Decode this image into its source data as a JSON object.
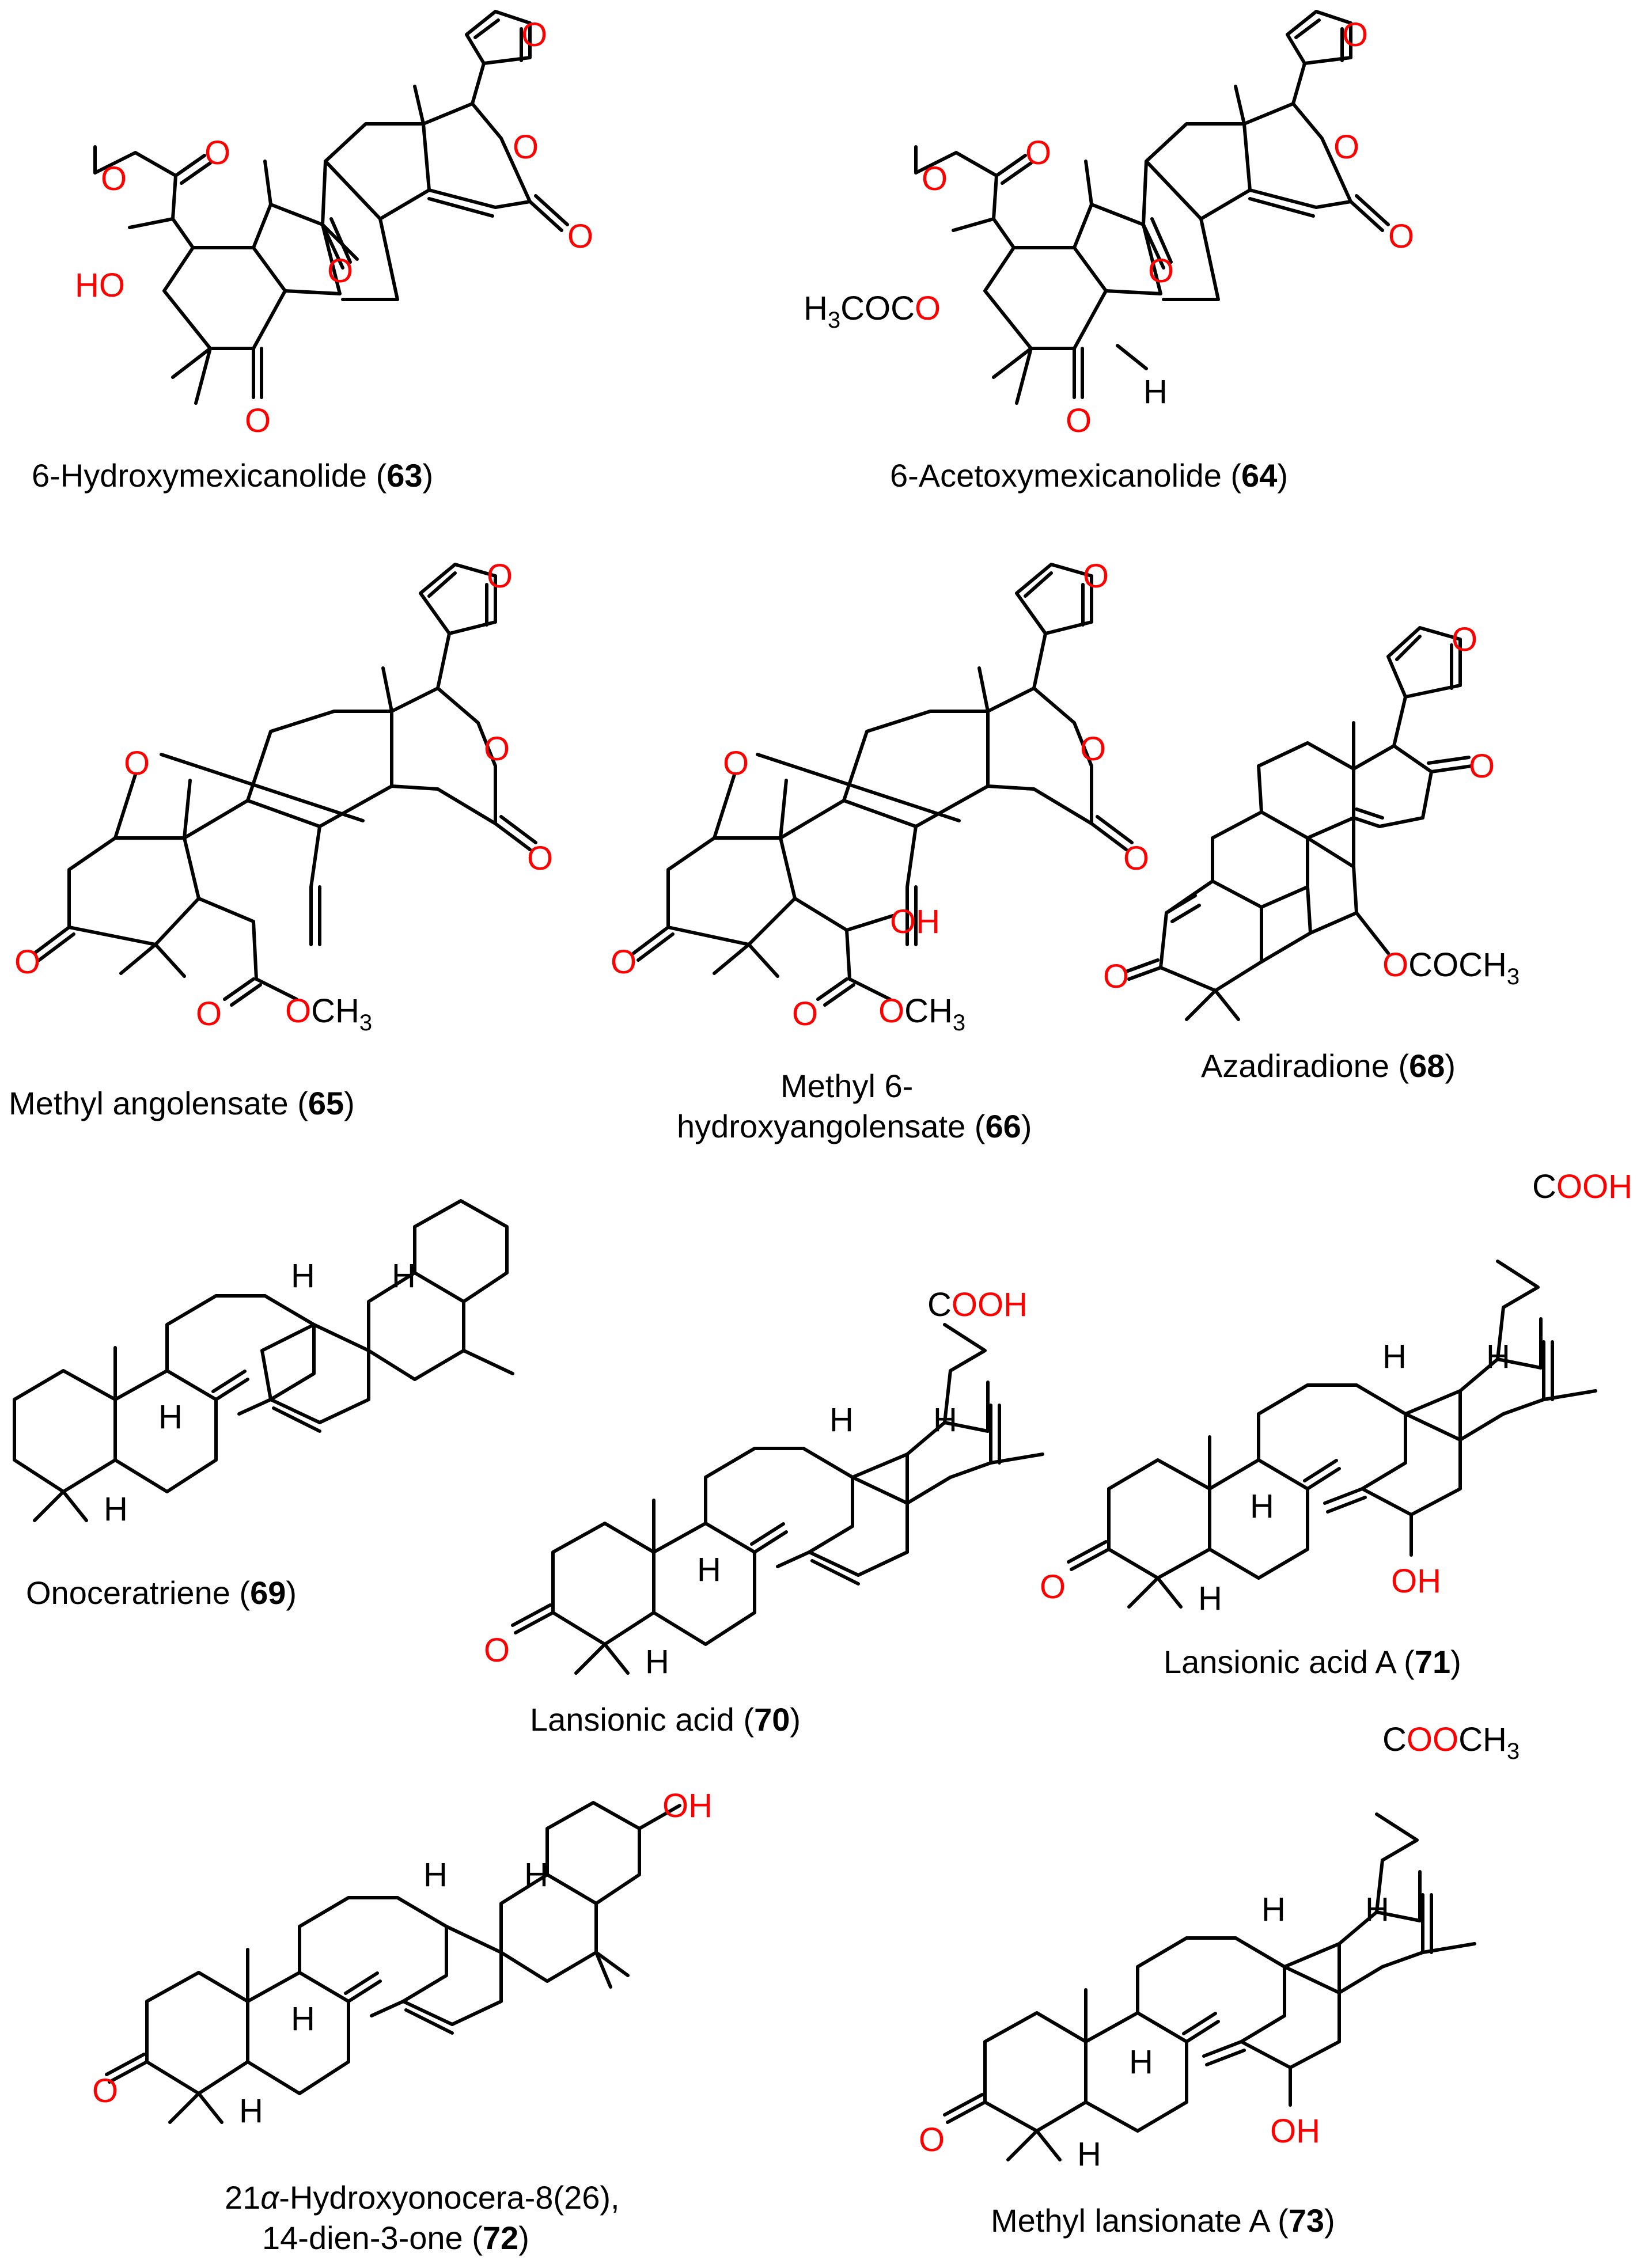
{
  "compounds": [
    {
      "id": "c63",
      "name": "6-Hydroxymexicanolide (",
      "number": "63",
      "close": ")",
      "labels": {
        "ester_o1": "O",
        "ester_o2": "O",
        "ho": "HO",
        "ketone_a": "O",
        "ketone_b": "O",
        "furan_o": "O",
        "lactone_o": "O",
        "lactone_co": "O"
      }
    },
    {
      "id": "c64",
      "name": "6-Acetoxymexicanolide (",
      "number": "64",
      "close": ")",
      "labels": {
        "ester_o1": "O",
        "ester_o2": "O",
        "acyl_h3co": "H",
        "acyl_3": "3",
        "acyl_coc": "COC",
        "acyl_o": "O",
        "ketone_a": "O",
        "ketone_b": "O",
        "h": "H",
        "furan_o": "O",
        "lactone_o": "O",
        "lactone_co": "O"
      }
    },
    {
      "id": "c65",
      "name": "Methyl angolensate (",
      "number": "65",
      "close": ")",
      "labels": {
        "epoxy_o": "O",
        "ketone": "O",
        "furan_o": "O",
        "lactone_o": "O",
        "lactone_co": "O",
        "ester_o": "O",
        "ome_o": "O",
        "ome_ch": "CH",
        "ome_3": "3"
      }
    },
    {
      "id": "c66",
      "name_line1": "Methyl 6-",
      "name_line2": "hydroxyangolensate (",
      "number": "66",
      "close": ")",
      "labels": {
        "epoxy_o": "O",
        "ketone": "O",
        "oh": "OH",
        "furan_o": "O",
        "lactone_o": "O",
        "lactone_co": "O",
        "ester_o": "O",
        "ome_o": "O",
        "ome_ch": "CH",
        "ome_3": "3"
      }
    },
    {
      "id": "c68",
      "name": "Azadiradione (",
      "number": "68",
      "close": ")",
      "labels": {
        "ketone_a": "O",
        "ketone_d": "O",
        "furan_o": "O",
        "oac_o": "O",
        "oac_coch": "COCH",
        "oac_3": "3"
      }
    },
    {
      "id": "c69",
      "name": "Onoceratriene (",
      "number": "69",
      "close": ")",
      "labels": {
        "h1": "H",
        "h2": "H",
        "h3": "H",
        "h4": "H"
      }
    },
    {
      "id": "c70",
      "name": "Lansionic acid (",
      "number": "70",
      "close": ")",
      "labels": {
        "ketone": "O",
        "cooh_c": "C",
        "cooh_ooh": "OOH",
        "h1": "H",
        "h2": "H",
        "h3": "H",
        "h4": "H"
      }
    },
    {
      "id": "c71",
      "name": "Lansionic acid A (",
      "number": "71",
      "close": ")",
      "labels": {
        "ketone": "O",
        "cooh_c": "C",
        "cooh_ooh": "OOH",
        "oh": "OH",
        "h1": "H",
        "h2": "H",
        "h3": "H",
        "h4": "H"
      }
    },
    {
      "id": "c72",
      "name_line1": "21",
      "alpha": "α",
      "name_line1_rest": "-Hydroxyonocera-8(26),",
      "name_line2": "14-dien-3-one (",
      "number": "72",
      "close": ")",
      "labels": {
        "ketone": "O",
        "oh": "OH",
        "h1": "H",
        "h2": "H",
        "h3": "H",
        "h4": "H"
      }
    },
    {
      "id": "c73",
      "name": "Methyl lansionate A (",
      "number": "73",
      "close": ")",
      "labels": {
        "ketone": "O",
        "ester_c": "C",
        "ester_oo": "OO",
        "ester_ch": "CH",
        "ester_3": "3",
        "oh": "OH",
        "h1": "H",
        "h2": "H",
        "h3": "H",
        "h4": "H"
      }
    }
  ],
  "colors": {
    "heteroatom": "#ff0000",
    "carbon_skeleton": "#000000",
    "background": "#ffffff"
  }
}
